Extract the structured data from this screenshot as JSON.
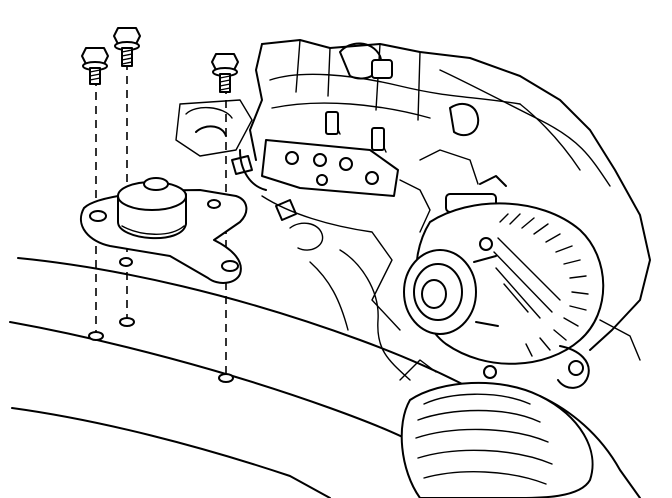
{
  "diagram": {
    "kind": "exploded-view line illustration",
    "parts": [
      "bolt",
      "bolt",
      "bolt",
      "mount",
      "bracket",
      "engine",
      "generator",
      "pulley"
    ],
    "bolt_count": 3
  }
}
